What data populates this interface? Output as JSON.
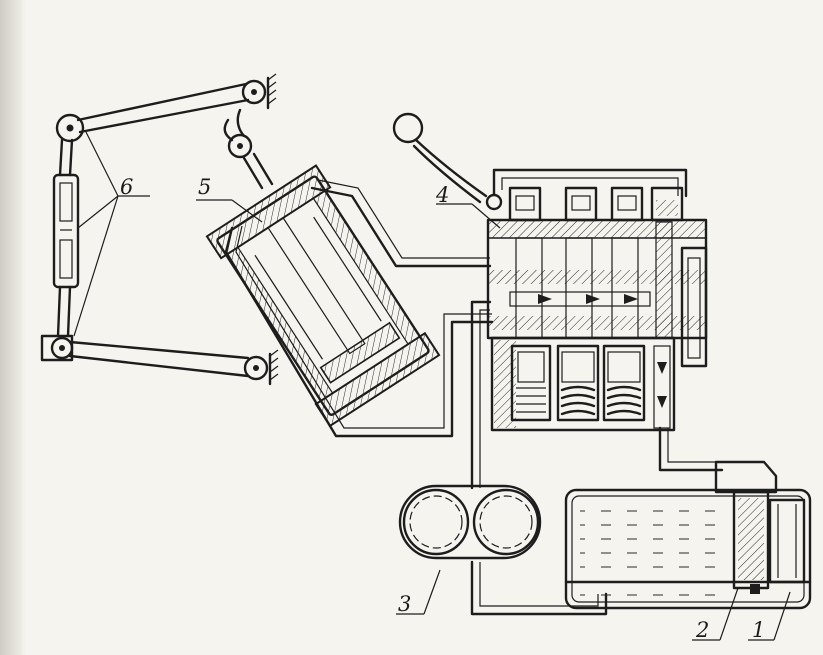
{
  "diagram": {
    "callouts": [
      {
        "id": "pump",
        "label": "3"
      },
      {
        "id": "tank",
        "label": "1"
      },
      {
        "id": "filter",
        "label": "2"
      },
      {
        "id": "distributor",
        "label": "4"
      },
      {
        "id": "cylinder",
        "label": "5"
      },
      {
        "id": "linkage",
        "label": "6"
      }
    ]
  }
}
